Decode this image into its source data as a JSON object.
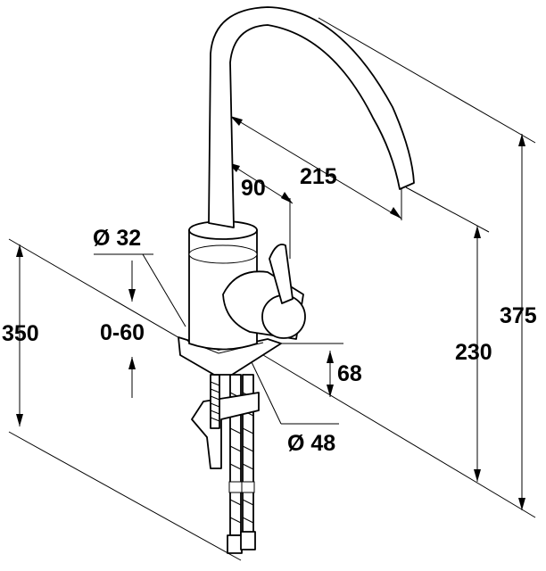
{
  "dimensions": {
    "spout_reach": "215",
    "spout_offset": "90",
    "body_diameter": "Ø 32",
    "deck_height_total": "350",
    "deck_thickness": "0-60",
    "base_height": "68",
    "base_diameter": "Ø 48",
    "outlet_height": "230",
    "total_height": "375"
  },
  "colors": {
    "line": "#000000",
    "background": "#ffffff"
  }
}
